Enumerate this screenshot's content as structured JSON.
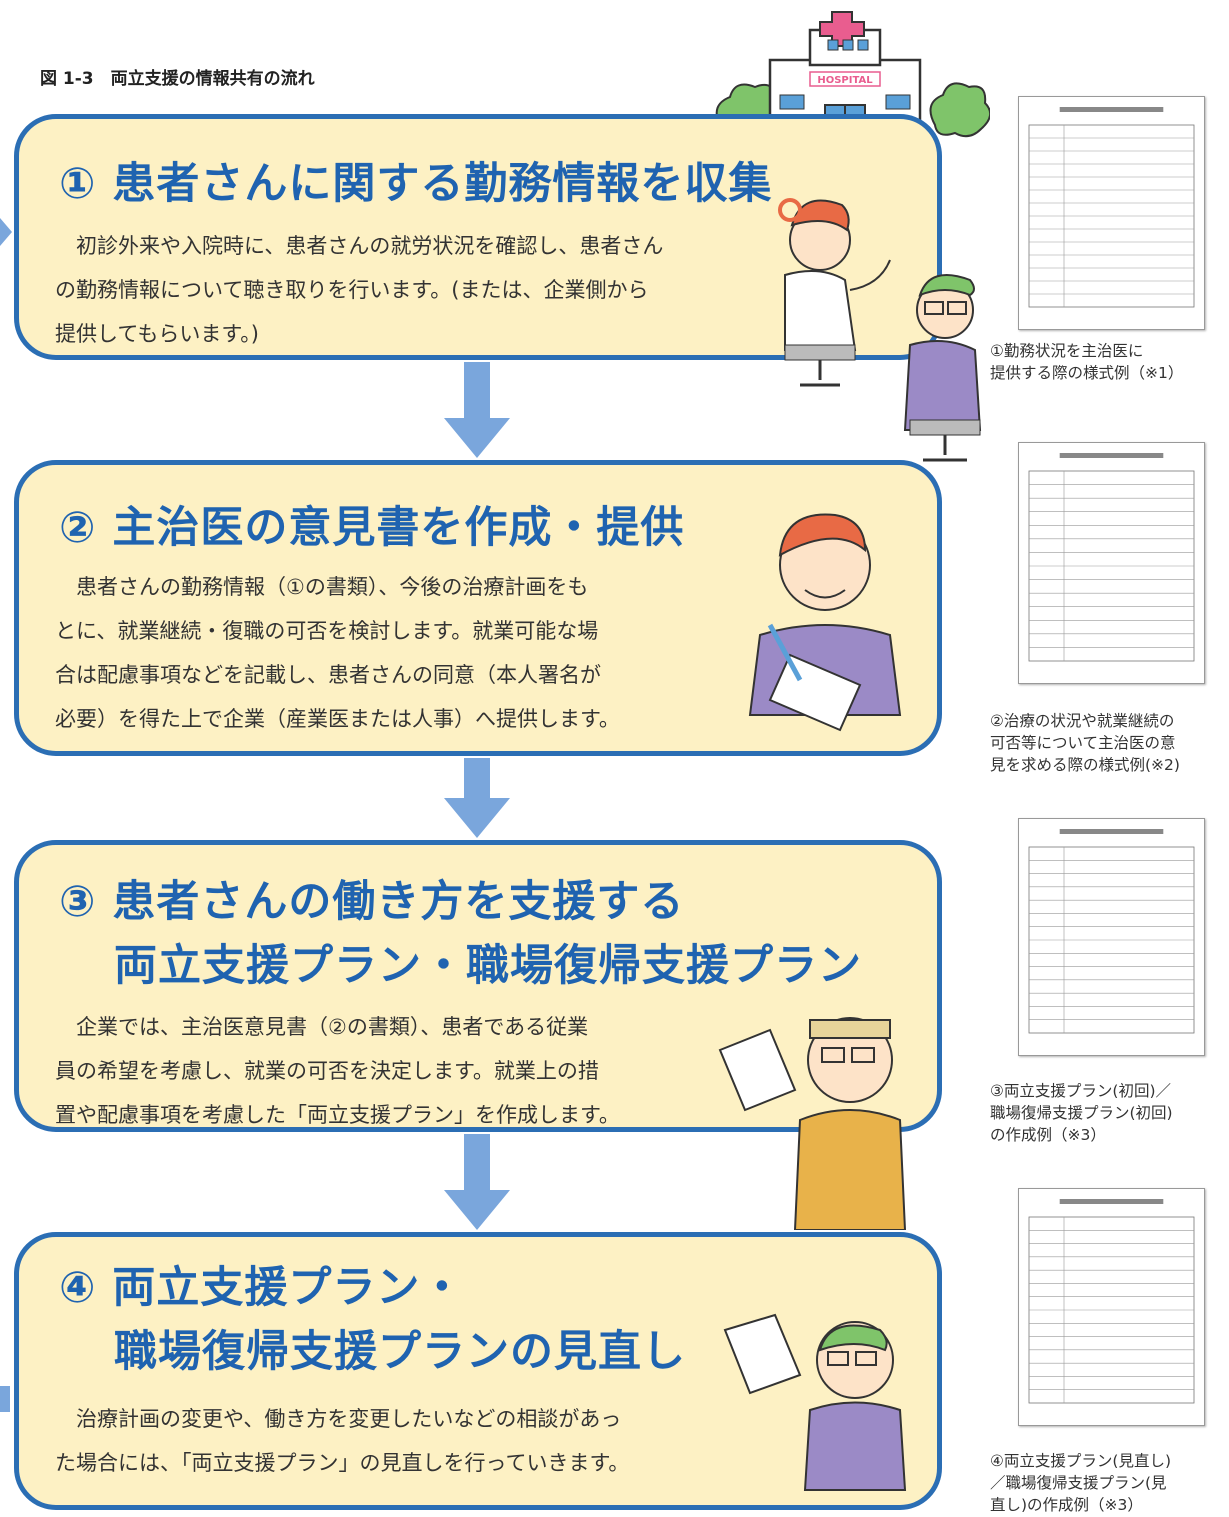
{
  "figure_title": "図 1-3　両立支援の情報共有の流れ",
  "hospital_sign": "HOSPITAL",
  "steps": [
    {
      "title": "① 患者さんに関する勤務情報を収集",
      "title2": "",
      "text": [
        "　初診外来や入院時に、患者さんの就労状況を確認し、患者さん",
        "の勤務情報について聴き取りを行います。(または、企業側から",
        "提供してもらいます。)"
      ]
    },
    {
      "title": "② 主治医の意見書を作成・提供",
      "title2": "",
      "text": [
        "　患者さんの勤務情報（①の書類）、今後の治療計画をも",
        "とに、就業継続・復職の可否を検討します。就業可能な場",
        "合は配慮事項などを記載し、患者さんの同意（本人署名が",
        "必要）を得た上で企業（産業医または人事）へ提供します。"
      ]
    },
    {
      "title": "③ 患者さんの働き方を支援する",
      "title2": "両立支援プラン・職場復帰支援プラン",
      "text": [
        "　企業では、主治医意見書（②の書類）、患者である従業",
        "員の希望を考慮し、就業の可否を決定します。就業上の措",
        "置や配慮事項を考慮した「両立支援プラン」を作成します。"
      ]
    },
    {
      "title": "④ 両立支援プラン・",
      "title2": "職場復帰支援プランの見直し",
      "text": [
        "　治療計画の変更や、働き方を変更したいなどの相談があっ",
        "た場合には、「両立支援プラン」の見直しを行っていきます。"
      ]
    }
  ],
  "captions": [
    [
      "①勤務状況を主治医に",
      "提供する際の様式例（※1）"
    ],
    [
      "②治療の状況や就業継続の",
      "可否等について主治医の意",
      "見を求める際の様式例(※2)"
    ],
    [
      "③両立支援プラン(初回)／",
      "職場復帰支援プラン(初回)",
      "の作成例（※3）"
    ],
    [
      "④両立支援プラン(見直し)",
      "／職場復帰支援プラン(見",
      "直し)の作成例（※3）"
    ]
  ],
  "colors": {
    "box_fill": "#fdf1c4",
    "box_border": "#2b6eb4",
    "title": "#1f63b0",
    "arrow": "#7aa6dc"
  }
}
